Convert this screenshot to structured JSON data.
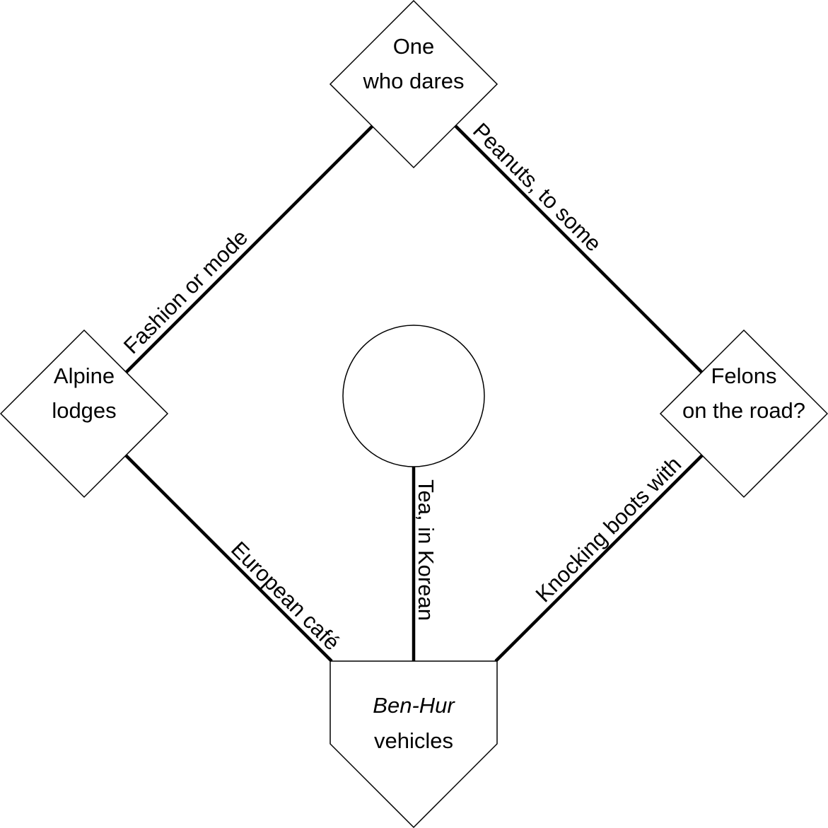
{
  "nodes": {
    "top": {
      "line1": "One",
      "line2": "who dares"
    },
    "left": {
      "line1": "Alpine",
      "line2": "lodges"
    },
    "right": {
      "line1": "Felons",
      "line2": "on the road?"
    },
    "home": {
      "line1": "Ben-Hur",
      "line2": "vehicles"
    },
    "center": {
      "line1": ""
    }
  },
  "edges": {
    "left_top": "Fashion or mode",
    "top_right": "Peanuts, to some",
    "left_home": "European café",
    "right_home": "Knocking boots with",
    "center_home": "Tea, in Korean"
  },
  "colors": {
    "stroke": "#000000",
    "fill": "#ffffff"
  }
}
